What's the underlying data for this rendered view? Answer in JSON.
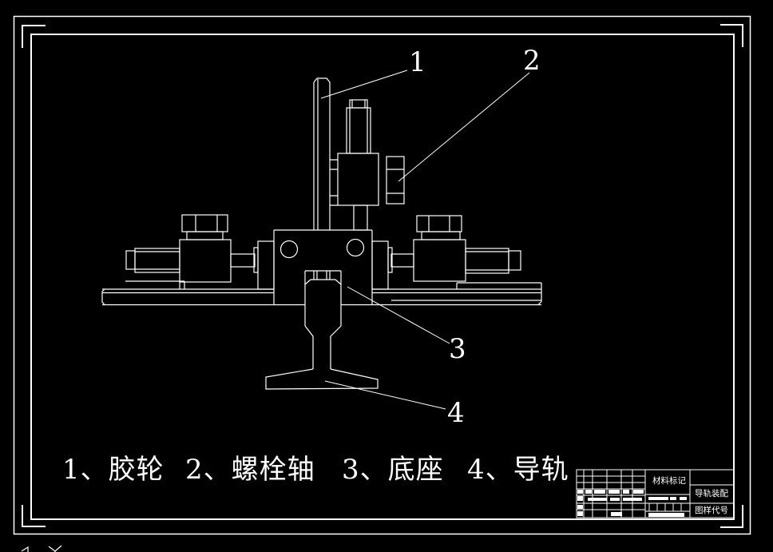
{
  "window": {
    "background_color": "#000000",
    "line_color": "#ffffff"
  },
  "callouts": {
    "items": [
      "1",
      "2",
      "3",
      "4"
    ]
  },
  "caption": {
    "items": [
      "1、胶轮",
      "2、螺栓轴",
      "3、底座",
      "4、导轨"
    ]
  },
  "title_block": {
    "material_label": "材料标记",
    "drawing_name": "导轨装配",
    "code_label": "图样代号"
  },
  "icons": {
    "ucs_icon": "ucs-axis-icon"
  }
}
